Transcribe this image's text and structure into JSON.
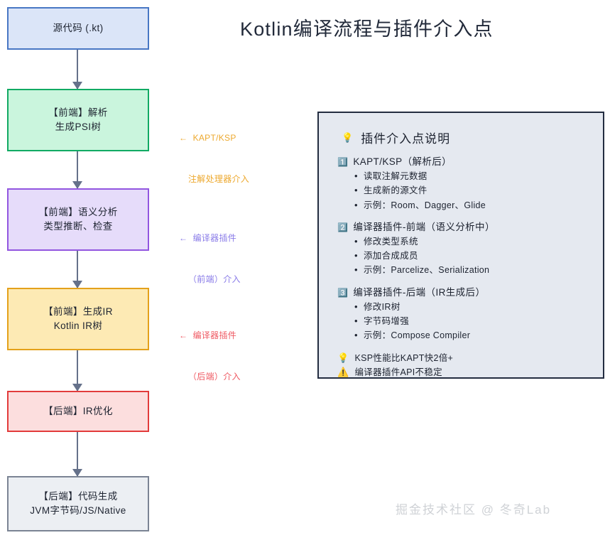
{
  "title": "Kotlin编译流程与插件介入点",
  "flow": {
    "nodes": [
      {
        "id": "source",
        "line1": "源代码 (.kt)",
        "line2": ""
      },
      {
        "id": "parse",
        "line1": "【前端】解析",
        "line2": "生成PSI树"
      },
      {
        "id": "semantic",
        "line1": "【前端】语义分析",
        "line2": "类型推断、检查"
      },
      {
        "id": "ir",
        "line1": "【前端】生成IR",
        "line2": "Kotlin IR树"
      },
      {
        "id": "opt",
        "line1": "【后端】IR优化",
        "line2": ""
      },
      {
        "id": "codegen",
        "line1": "【后端】代码生成",
        "line2": "JVM字节码/JS/Native"
      }
    ]
  },
  "side_notes": [
    {
      "id": "kapt",
      "line1": "←  KAPT/KSP",
      "line2": "注解处理器介入",
      "color": "#eda92f"
    },
    {
      "id": "frontend",
      "line1": "←  编译器插件",
      "line2": "（前端）介入",
      "color": "#8a7ce8"
    },
    {
      "id": "backend",
      "line1": "←  编译器插件",
      "line2": "（后端）介入",
      "color": "#ef5a63"
    }
  ],
  "legend": {
    "icon": "bulb-icon",
    "icon_glyph": "💡",
    "title": "插件介入点说明",
    "groups": [
      {
        "badge": "1️⃣",
        "heading": "KAPT/KSP（解析后）",
        "items": [
          "读取注解元数据",
          "生成新的源文件",
          "示例：Room、Dagger、Glide"
        ]
      },
      {
        "badge": "2️⃣",
        "heading": "编译器插件-前端（语义分析中）",
        "items": [
          "修改类型系统",
          "添加合成成员",
          "示例：Parcelize、Serialization"
        ]
      },
      {
        "badge": "3️⃣",
        "heading": "编译器插件-后端（IR生成后）",
        "items": [
          "修改IR树",
          "字节码增强",
          "示例：Compose Compiler"
        ]
      }
    ],
    "footnotes": [
      {
        "icon": "bulb-icon",
        "glyph": "💡",
        "text": "KSP性能比KAPT快2倍+"
      },
      {
        "icon": "warning-icon",
        "glyph": "⚠️",
        "text": "编译器插件API不稳定"
      }
    ]
  },
  "watermark": "掘金技术社区 @ 冬奇Lab"
}
